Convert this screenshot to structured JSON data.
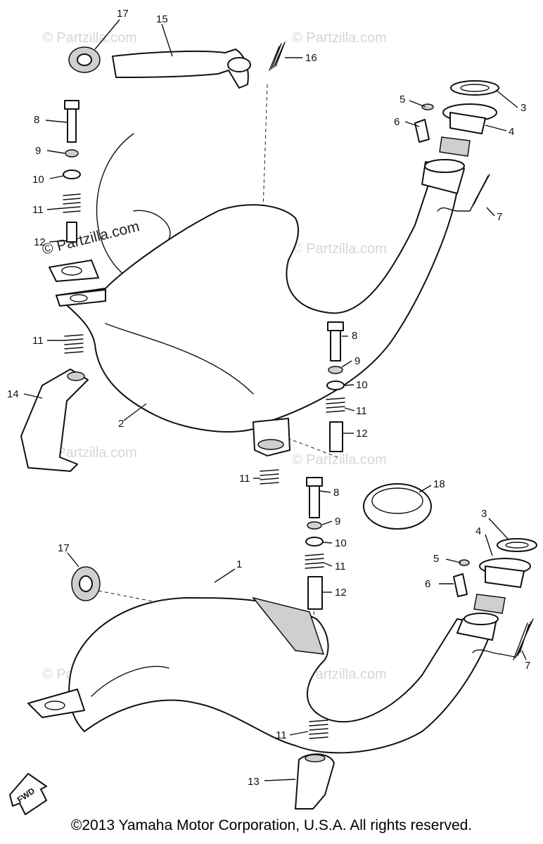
{
  "watermark": "© Partzilla.com",
  "watermark_prominent": "© Partzilla.com",
  "fwd_label": "FWD",
  "copyright": "©2013  Yamaha Motor Corporation, U.S.A. All rights reserved.",
  "callouts": {
    "c1": "1",
    "c2": "2",
    "c3a": "3",
    "c3b": "3",
    "c4a": "4",
    "c4b": "4",
    "c5a": "5",
    "c5b": "5",
    "c6a": "6",
    "c6b": "6",
    "c7a": "7",
    "c7b": "7",
    "c8a": "8",
    "c8b": "8",
    "c8c": "8",
    "c9a": "9",
    "c9b": "9",
    "c9c": "9",
    "c10a": "10",
    "c10b": "10",
    "c10c": "10",
    "c11a": "11",
    "c11b": "11",
    "c11c": "11",
    "c11d": "11",
    "c11e": "11",
    "c11f": "11",
    "c12a": "12",
    "c12b": "12",
    "c12c": "12",
    "c13": "13",
    "c14": "14",
    "c15": "15",
    "c16": "16",
    "c17a": "17",
    "c17b": "17",
    "c18": "18"
  }
}
